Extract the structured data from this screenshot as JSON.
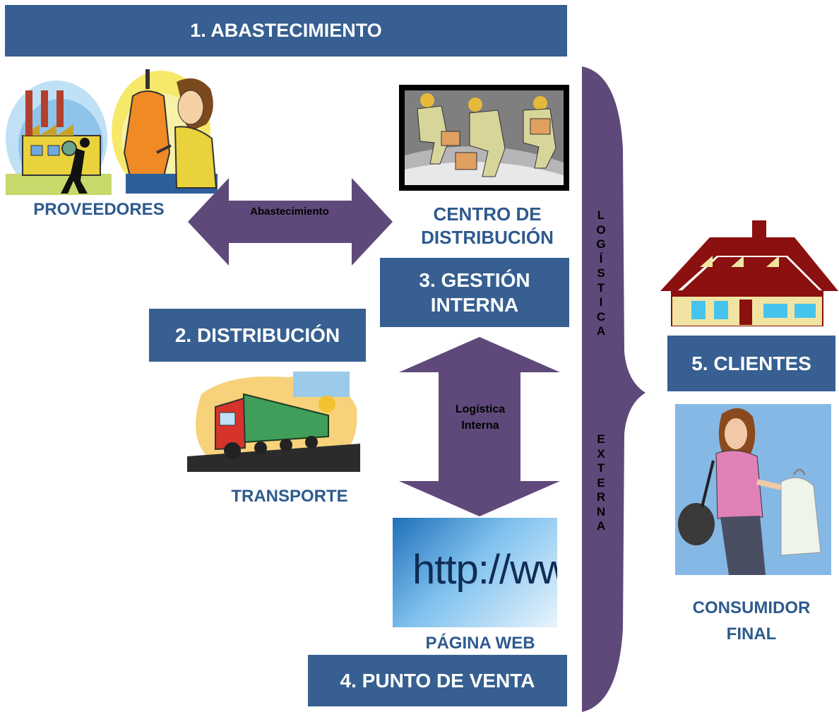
{
  "sections": {
    "abastecimiento": "1. ABASTECIMIENTO",
    "distribucion": "2. DISTRIBUCIÓN",
    "gestion_line1": "3. GESTIÓN",
    "gestion_line2": "INTERNA",
    "punto_venta": "4. PUNTO DE VENTA",
    "clientes": "5. CLIENTES"
  },
  "labels": {
    "proveedores": "PROVEEDORES",
    "centro_line1": "CENTRO DE",
    "centro_line2": "DISTRIBUCIÓN",
    "transporte": "TRANSPORTE",
    "pagina_web": "PÁGINA WEB",
    "consumidor_line1": "CONSUMIDOR",
    "consumidor_line2": "FINAL",
    "http_text": "http://www"
  },
  "arrows": {
    "abastecimiento": "Abastecimiento",
    "logistica_line1": "Logística",
    "logistica_line2": "Interna"
  },
  "brace_word1": [
    "L",
    "O",
    "G",
    "Í",
    "S",
    "T",
    "I",
    "C",
    "A"
  ],
  "brace_word2": [
    "E",
    "X",
    "T",
    "E",
    "R",
    "N",
    "A"
  ],
  "colors": {
    "box": "#375F91",
    "label": "#2E5A8E",
    "arrow": "#5F497A"
  },
  "icons": [
    "factory-icon",
    "dressmaker-icon",
    "warehouse-workers-icon",
    "truck-icon",
    "house-icon",
    "shopper-icon"
  ]
}
